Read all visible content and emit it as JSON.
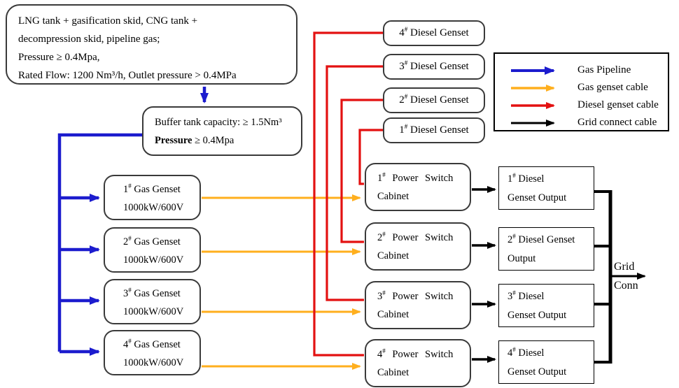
{
  "hash": "#",
  "colors": {
    "gas_pipeline": "#1C1CCE",
    "gas_genset_cable": "#FFAF1E",
    "diesel_genset_cable": "#E31111",
    "grid_connect_cable": "#000000"
  },
  "source_box": {
    "lines": [
      "LNG tank + gasification skid, CNG tank +",
      "decompression skid, pipeline gas;",
      "Pressure ≥ 0.4Mpa,",
      "Rated Flow: 1200 Nm³/h, Outlet pressure > 0.4MPa"
    ]
  },
  "buffer_box": {
    "line1": "Buffer tank capacity: ≥ 1.5Nm³",
    "line2_bold": "Pressure",
    "line2_rest": " ≥ 0.4Mpa"
  },
  "gas_gensets": [
    {
      "num": "1",
      "title": "Gas Genset",
      "spec": "1000kW/600V"
    },
    {
      "num": "2",
      "title": "Gas Genset",
      "spec": "1000kW/600V"
    },
    {
      "num": "3",
      "title": "Gas Genset",
      "spec": "1000kW/600V"
    },
    {
      "num": "4",
      "title": "Gas Genset",
      "spec": "1000kW/600V"
    }
  ],
  "diesel_gensets": [
    {
      "num": "4",
      "title": "Diesel  Genset"
    },
    {
      "num": "3",
      "title": "Diesel Genset"
    },
    {
      "num": "2",
      "title": "Diesel Genset"
    },
    {
      "num": "1",
      "title": "Diesel Genset"
    }
  ],
  "switch_cabinets": [
    {
      "num": "1",
      "line1": "Power Switch",
      "line2": "Cabinet"
    },
    {
      "num": "2",
      "line1": "Power Switch",
      "line2": "Cabinet"
    },
    {
      "num": "3",
      "line1": "Power Switch",
      "line2": "Cabinet"
    },
    {
      "num": "4",
      "line1": "Power Switch",
      "line2": "Cabinet"
    }
  ],
  "genset_outputs": [
    {
      "num": "1",
      "line1": "Diesel",
      "line2": "Genset Output"
    },
    {
      "num": "2",
      "line1": "Diesel Genset",
      "line2": "Output"
    },
    {
      "num": "3",
      "line1": "Diesel",
      "line2": "Genset Output"
    },
    {
      "num": "4",
      "line1": "Diesel",
      "line2": "Genset Output"
    }
  ],
  "legend": {
    "items": [
      {
        "label": "Gas Pipeline",
        "color": "#1C1CCE"
      },
      {
        "label": "Gas genset cable",
        "color": "#FFAF1E"
      },
      {
        "label": "Diesel genset cable",
        "color": "#E31111"
      },
      {
        "label": "Grid connect cable",
        "color": "#000000"
      }
    ]
  },
  "grid_connect": {
    "label_top": "Grid",
    "label_bottom": "Conn"
  }
}
